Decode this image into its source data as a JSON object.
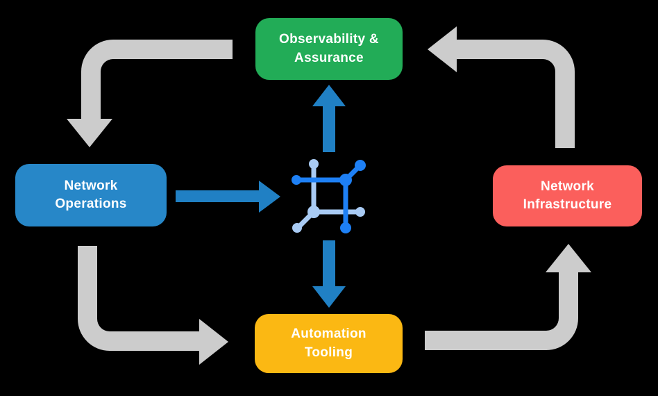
{
  "colors": {
    "background": "#000000",
    "text": "#ffffff",
    "node-green": "#22AC57",
    "node-blue": "#2787C8",
    "node-red": "#FB5F5C",
    "node-yellow": "#FBB813",
    "arrow-gray": "#CCCCCC",
    "arrow-blue": "#2080C4",
    "icon-dark": "#1E80F5",
    "icon-light": "#A9CBF4"
  },
  "diagram": {
    "nodes": [
      {
        "id": "observability",
        "label": "Observability &\nAssurance",
        "color": "#22AC57"
      },
      {
        "id": "operations",
        "label": "Network\nOperations",
        "color": "#2787C8"
      },
      {
        "id": "infrastructure",
        "label": "Network\nInfrastructure",
        "color": "#FB5F5C"
      },
      {
        "id": "automation",
        "label": "Automation\nTooling",
        "color": "#FBB813"
      }
    ],
    "cycle_arrows": [
      {
        "from": "Observability & Assurance",
        "to": "Network Operations",
        "color": "#CCCCCC"
      },
      {
        "from": "Network Operations",
        "to": "Automation Tooling",
        "color": "#CCCCCC"
      },
      {
        "from": "Automation Tooling",
        "to": "Network Infrastructure",
        "color": "#CCCCCC"
      },
      {
        "from": "Network Infrastructure",
        "to": "Observability & Assurance",
        "color": "#CCCCCC"
      }
    ],
    "core_arrows": [
      {
        "from": "Network Operations",
        "to": "center-icon",
        "direction": "right",
        "color": "#2080C4"
      },
      {
        "from": "center-icon",
        "to": "Observability & Assurance",
        "direction": "up",
        "color": "#2080C4"
      },
      {
        "from": "center-icon",
        "to": "Automation Tooling",
        "direction": "down",
        "color": "#2080C4"
      }
    ],
    "center_icon": {
      "name": "network-node-icon",
      "primary_color": "#1E80F5",
      "secondary_color": "#A9CBF4"
    }
  }
}
